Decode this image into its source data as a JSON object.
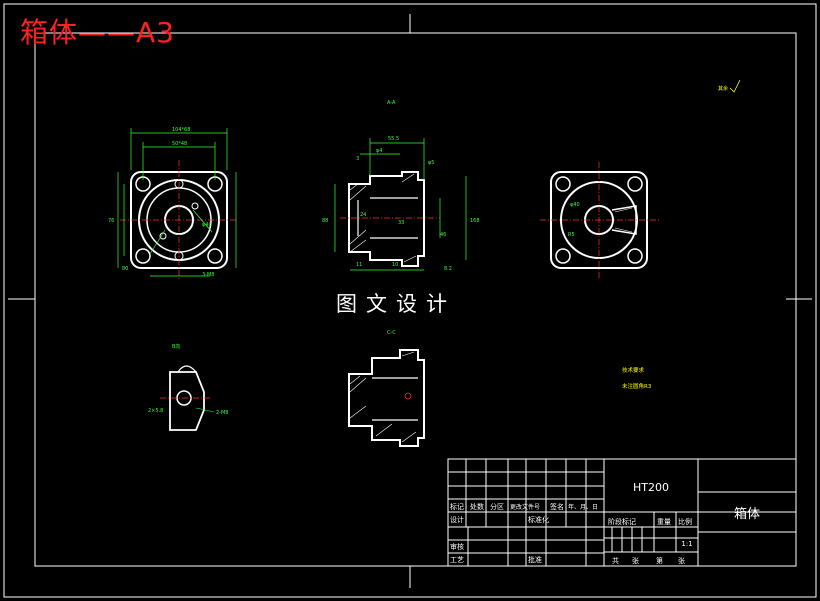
{
  "header": {
    "title": "箱体——A3"
  },
  "watermark": "图文设计",
  "views": {
    "top_label": "A-A",
    "b_label": "B向",
    "c_label": "C-C"
  },
  "tech_req": {
    "title": "技术要求",
    "note": "未注圆角R3"
  },
  "roughness_note": "其余",
  "title_block": {
    "material": "HT200",
    "part_name": "箱体",
    "scale_value": "1:1",
    "h_mark": "标记",
    "h_qty": "处数",
    "h_zone": "分区",
    "h_docno": "更改文件号",
    "h_sign": "签名",
    "h_date": "年、月、日",
    "r_design": "设计",
    "r_std": "标准化",
    "r_stage": "阶段标记",
    "r_weight": "重量",
    "r_scale": "比例",
    "r_review": "审核",
    "r_process": "工艺",
    "r_approve": "批准",
    "r_total": "共",
    "r_sheets": "张",
    "r_no": "第",
    "r_sheet": "张"
  },
  "colors": {
    "background": "#000000",
    "frame": "#ffffff",
    "outline": "#ffffff",
    "dimension": "#33ff33",
    "centerline": "#ff3333",
    "text_yellow": "#ffff00",
    "header_red": "#ff2020"
  }
}
